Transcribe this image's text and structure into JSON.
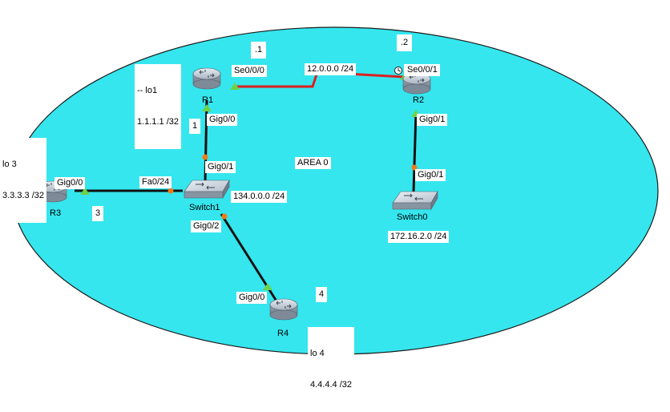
{
  "area": {
    "label": "AREA 0",
    "color": "#35e6ee"
  },
  "devices": {
    "R1": "R1",
    "R2": "R2",
    "R3": "R3",
    "R4": "R4",
    "Switch1": "Switch1",
    "Switch0": "Switch0"
  },
  "interfaces": {
    "r1_se": "Se0/0/0",
    "r2_se": "Se0/0/1",
    "r1_gig": "Gig0/0",
    "sw1_gig01": "Gig0/1",
    "sw1_gig02": "Gig0/2",
    "sw1_fa": "Fa0/24",
    "r3_gig": "Gig0/0",
    "r4_gig": "Gig0/0",
    "r2_gig": "Gig0/1",
    "sw0_gig": "Gig0/1"
  },
  "networks": {
    "serial": "12.0.0.0 /24",
    "lan134": "134.0.0.0 /24",
    "lan172": "172.16.2.0 /24"
  },
  "host_ids": {
    "r1_serial": ".1",
    "r2_serial": ".2",
    "r1_lan": "1",
    "r3_lan": "3",
    "r4_lan": "4"
  },
  "loopbacks": {
    "r1_name": "-- lo1",
    "r1_ip": "1.1.1.1 /32",
    "r3_name": "lo 3",
    "r3_ip": "3.3.3.3 /32",
    "r4_name": "lo 4",
    "r4_ip": "4.4.4.4 /32"
  },
  "colors": {
    "serial_link": "#dd1f1f",
    "ethernet_link": "#111111",
    "port_up": "#6ed24a",
    "port_wait": "#f07a18"
  },
  "icons": {
    "router": "router-icon",
    "switch": "switch-icon",
    "clock": "clock-icon"
  }
}
